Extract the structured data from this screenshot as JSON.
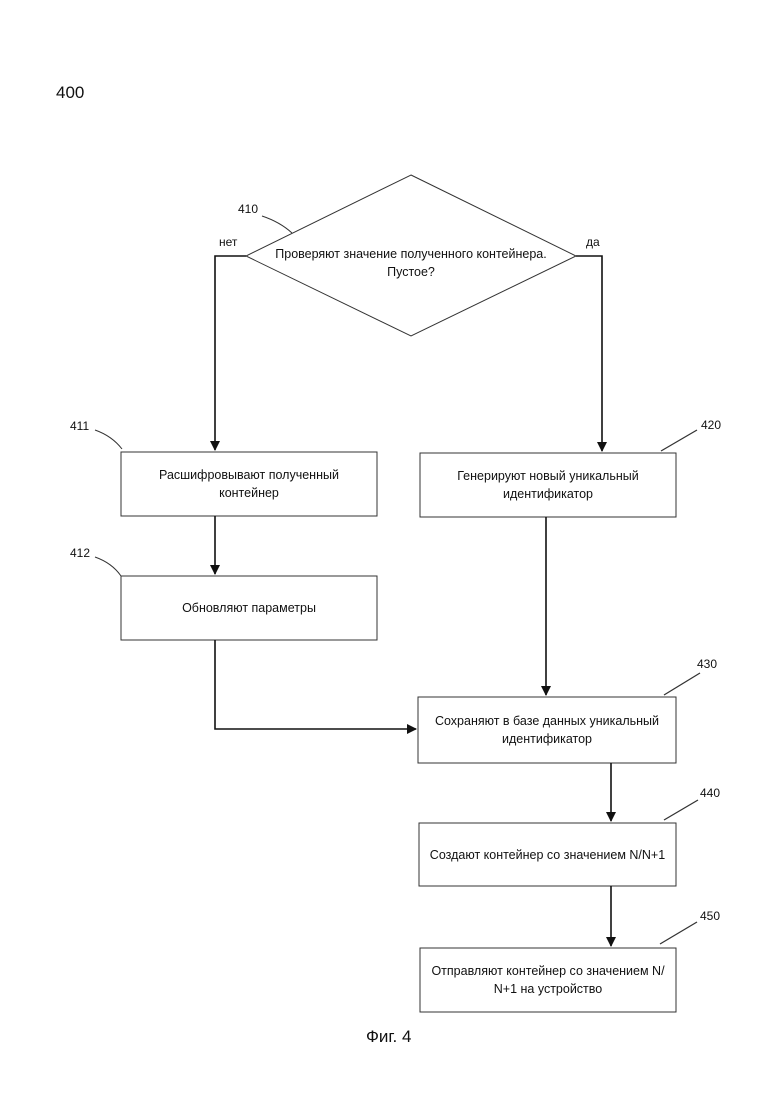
{
  "figure_number": "400",
  "caption": "Фиг. 4",
  "decision": {
    "ref": "410",
    "line1": "Проверяют значение полученного контейнера.",
    "line2": "Пустое?",
    "no_label": "нет",
    "yes_label": "да"
  },
  "steps": {
    "s411": {
      "ref": "411",
      "line1": "Расшифровывают полученный",
      "line2": "контейнер"
    },
    "s412": {
      "ref": "412",
      "line1": "Обновляют параметры",
      "line2": ""
    },
    "s420": {
      "ref": "420",
      "line1": "Генерируют новый уникальный",
      "line2": "идентификатор"
    },
    "s430": {
      "ref": "430",
      "line1": "Сохраняют в базе данных уникальный",
      "line2": "идентификатор"
    },
    "s440": {
      "ref": "440",
      "line1": "Создают контейнер со значением N/N+1",
      "line2": ""
    },
    "s450": {
      "ref": "450",
      "line1": "Отправляют контейнер со значением N/",
      "line2": "N+1 на устройство"
    }
  }
}
